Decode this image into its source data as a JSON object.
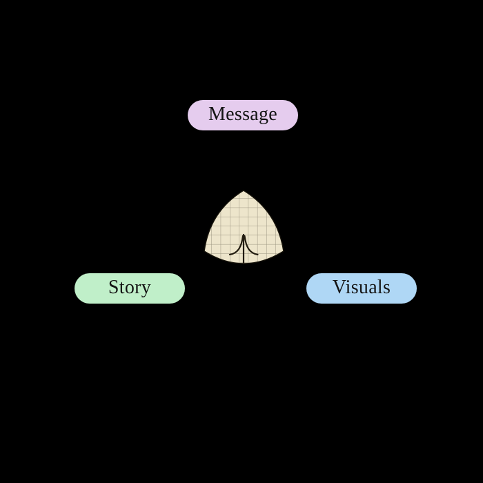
{
  "background": "#000000",
  "text_color": "#141414",
  "nodes": {
    "message": {
      "label": "Message",
      "fill": "#e5ccee"
    },
    "story": {
      "label": "Story",
      "fill": "#c0efc9"
    },
    "visuals": {
      "label": "Visuals",
      "fill": "#afd7f5"
    }
  },
  "center_icon": {
    "name": "graph-paper-peak-chart-icon",
    "shape": "reuleaux-triangle",
    "fill": "#ede5cb",
    "grid_color": "#9a947f",
    "outline_color": "#15120a",
    "curve_color": "#221c10"
  }
}
